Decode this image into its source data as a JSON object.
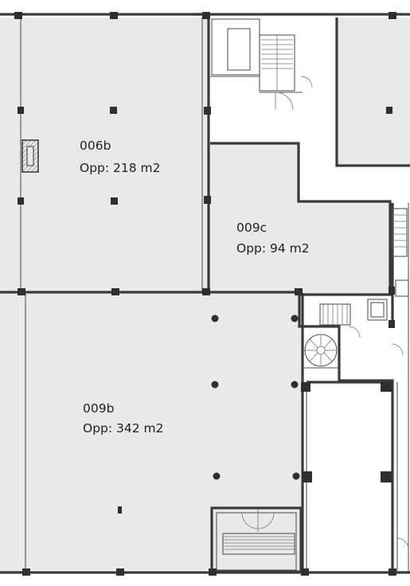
{
  "colors": {
    "room_fill": "#e9e9e9",
    "corridor_fill": "#ffffff",
    "wall": "#3a3a3a",
    "column": "#2f2f2f",
    "label": "#222222"
  },
  "rooms": [
    {
      "id": "006b",
      "code": "006b",
      "area": "Opp: 218 m2"
    },
    {
      "id": "009c",
      "code": "009c",
      "area": "Opp: 94 m2"
    },
    {
      "id": "009b",
      "code": "009b",
      "area": "Opp: 342 m2"
    }
  ]
}
